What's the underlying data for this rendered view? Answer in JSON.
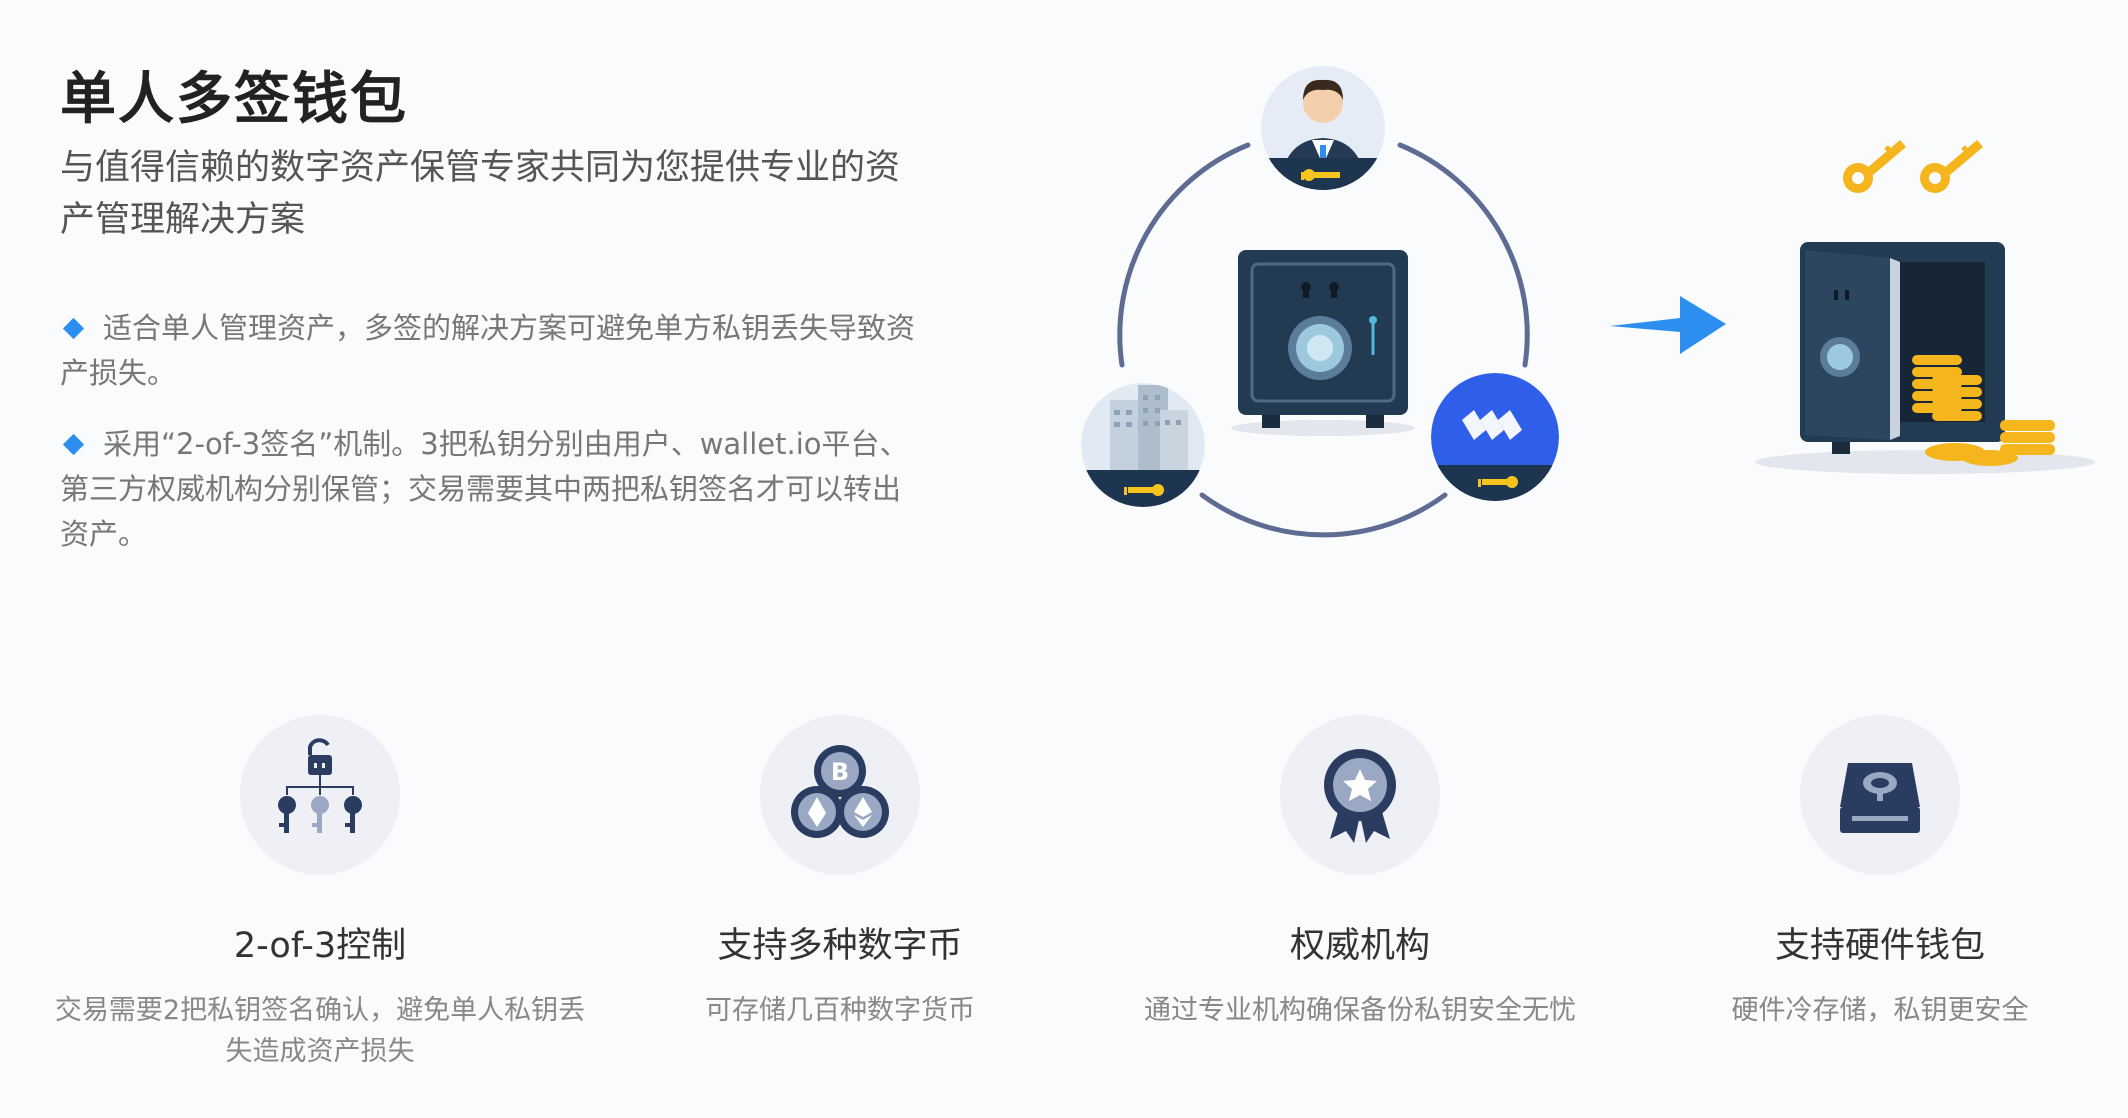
{
  "header": {
    "title": "单人多签钱包",
    "subtitle": "与值得信赖的数字资产保管专家共同为您提供专业的资产管理解决方案"
  },
  "bullets": [
    {
      "text": "适合单人管理资产，多签的解决方案可避免单方私钥丢失导致资产损失。"
    },
    {
      "text": "采用“2-of-3签名”机制。3把私钥分别由用户、wallet.io平台、第三方权威机构分别保管；交易需要其中两把私钥签名才可以转出资产。"
    }
  ],
  "features": [
    {
      "icon": "multisig-keys-icon",
      "title": "2-of-3控制",
      "desc": "交易需要2把私钥签名确认，避免单人私钥丢失造成资产损失"
    },
    {
      "icon": "coins-icon",
      "title": "支持多种数字币",
      "desc": "可存储几百种数字货币"
    },
    {
      "icon": "badge-icon",
      "title": "权威机构",
      "desc": "通过专业机构确保备份私钥安全无忧"
    },
    {
      "icon": "hardware-wallet-icon",
      "title": "支持硬件钱包",
      "desc": "硬件冷存储，私钥更安全"
    }
  ],
  "colors": {
    "accent": "#2c8ff0",
    "navy": "#1e3550",
    "gold": "#f5b51d",
    "ring": "#5e6b93"
  }
}
